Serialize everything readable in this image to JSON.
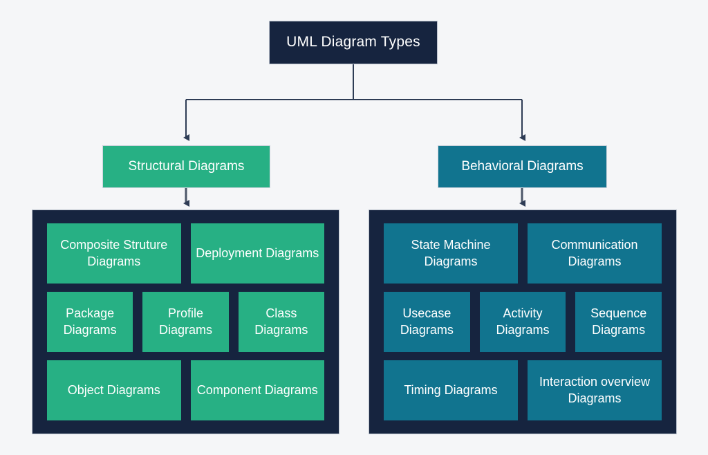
{
  "page": {
    "title": "UML Diagram Types",
    "background_color": "#f5f6f8"
  },
  "colors": {
    "navy": "#16243f",
    "green": "#27b084",
    "teal": "#11748f",
    "text": "#ffffff",
    "connector": "#2e3c55"
  },
  "root": {
    "label": "UML Diagram Types"
  },
  "branches": [
    {
      "id": "structural",
      "label": "Structural Diagrams",
      "color": "#27b084",
      "rows": [
        {
          "columns": 2,
          "items": [
            {
              "label": "Composite Struture Diagrams"
            },
            {
              "label": "Deployment Diagrams"
            }
          ]
        },
        {
          "columns": 3,
          "items": [
            {
              "label": "Package Diagrams"
            },
            {
              "label": "Profile Diagrams"
            },
            {
              "label": "Class Diagrams"
            }
          ]
        },
        {
          "columns": 2,
          "items": [
            {
              "label": "Object Diagrams"
            },
            {
              "label": "Component Diagrams"
            }
          ]
        }
      ]
    },
    {
      "id": "behavioral",
      "label": "Behavioral Diagrams",
      "color": "#11748f",
      "rows": [
        {
          "columns": 2,
          "items": [
            {
              "label": "State Machine Diagrams"
            },
            {
              "label": "Communication Diagrams"
            }
          ]
        },
        {
          "columns": 3,
          "items": [
            {
              "label": "Usecase Diagrams"
            },
            {
              "label": "Activity Diagrams"
            },
            {
              "label": "Sequence Diagrams"
            }
          ]
        },
        {
          "columns": 2,
          "items": [
            {
              "label": "Timing Diagrams"
            },
            {
              "label": "Interaction overview Diagrams"
            }
          ]
        }
      ]
    }
  ]
}
